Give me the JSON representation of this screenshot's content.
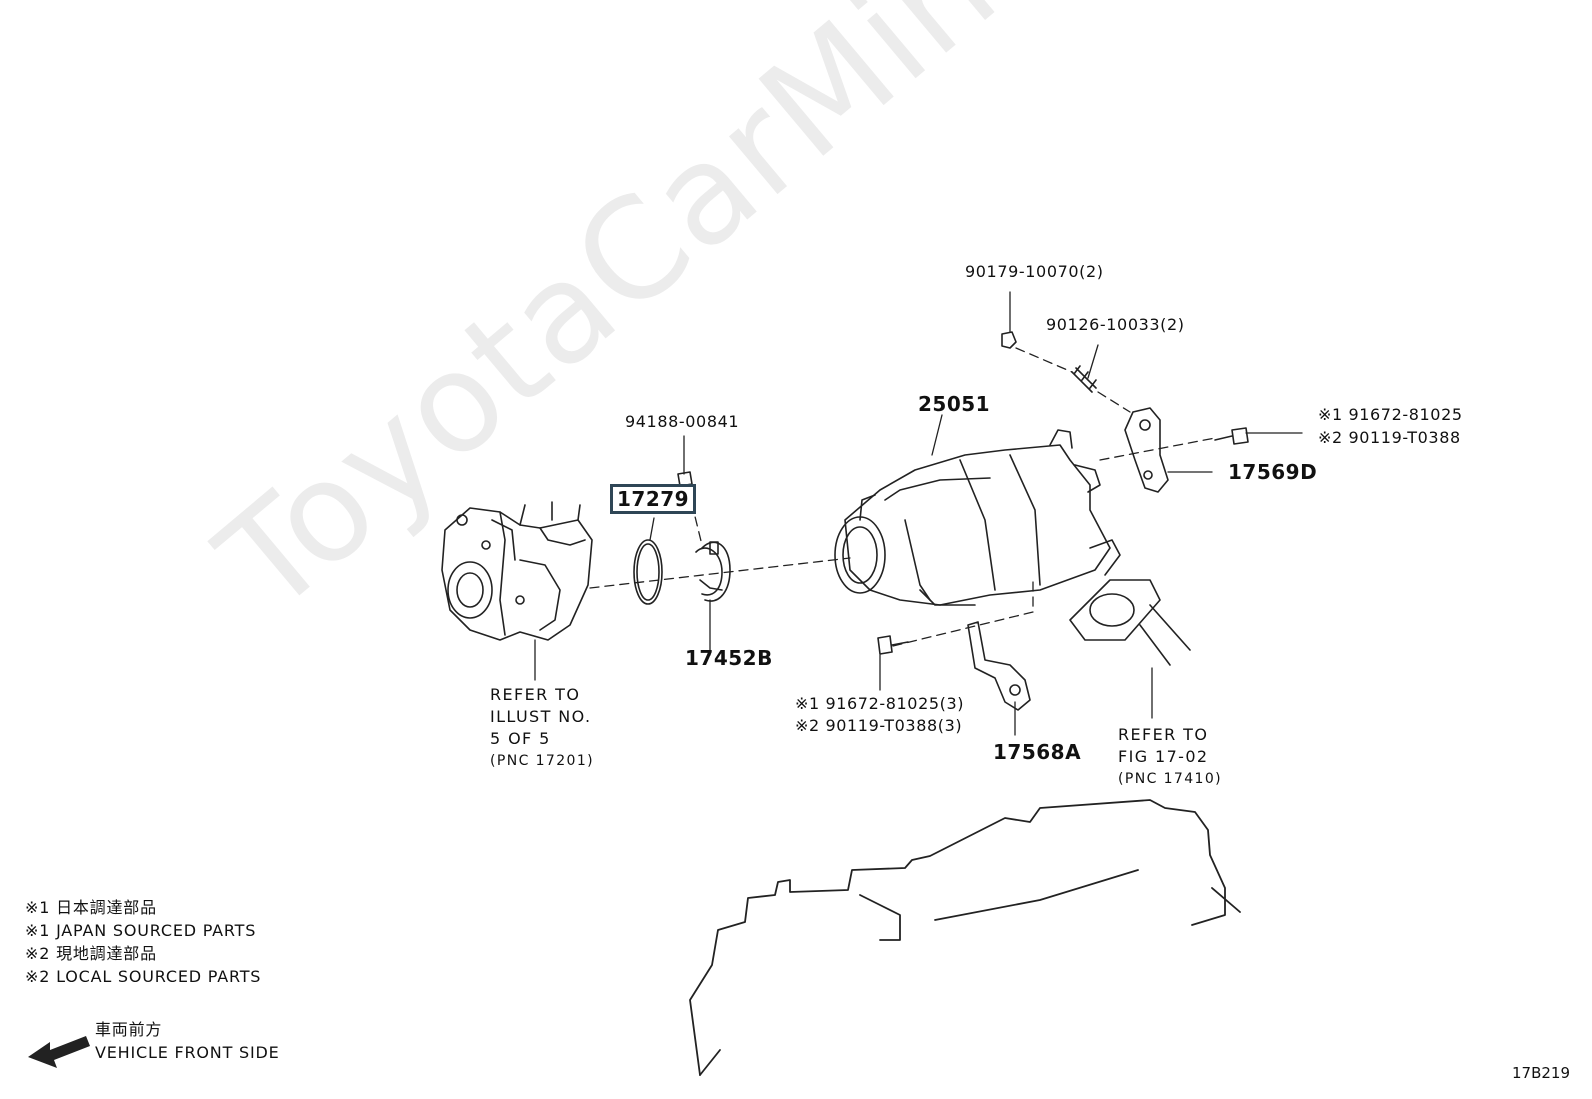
{
  "watermark": "ToyotaCarMine.ru",
  "parts": {
    "p90179": "90179-10070(2)",
    "p90126": "90126-10033(2)",
    "p25051": "25051",
    "p94188": "94188-00841",
    "p17279": "17279",
    "p17452b": "17452B",
    "p17569d": "17569D",
    "p17568a": "17568A",
    "bolt_right_1": "※1 91672-81025",
    "bolt_right_2": "※2 90119-T0388",
    "bolt_bottom_1": "※1 91672-81025(3)",
    "bolt_bottom_2": "※2 90119-T0388(3)"
  },
  "refer_left": [
    "REFER TO",
    "ILLUST NO.",
    "5 OF 5",
    "(PNC 17201)"
  ],
  "refer_right": [
    "REFER TO",
    "FIG 17-02",
    "(PNC 17410)"
  ],
  "legend": [
    "※1 日本調達部品",
    "※1 JAPAN SOURCED PARTS",
    "※2 現地調達部品",
    "※2 LOCAL SOURCED PARTS"
  ],
  "front": {
    "jp": "車両前方",
    "en": "VEHICLE FRONT SIDE",
    "icon": "arrow-left-icon"
  },
  "figure_code": "17B219",
  "highlight_color": "#2f4656"
}
